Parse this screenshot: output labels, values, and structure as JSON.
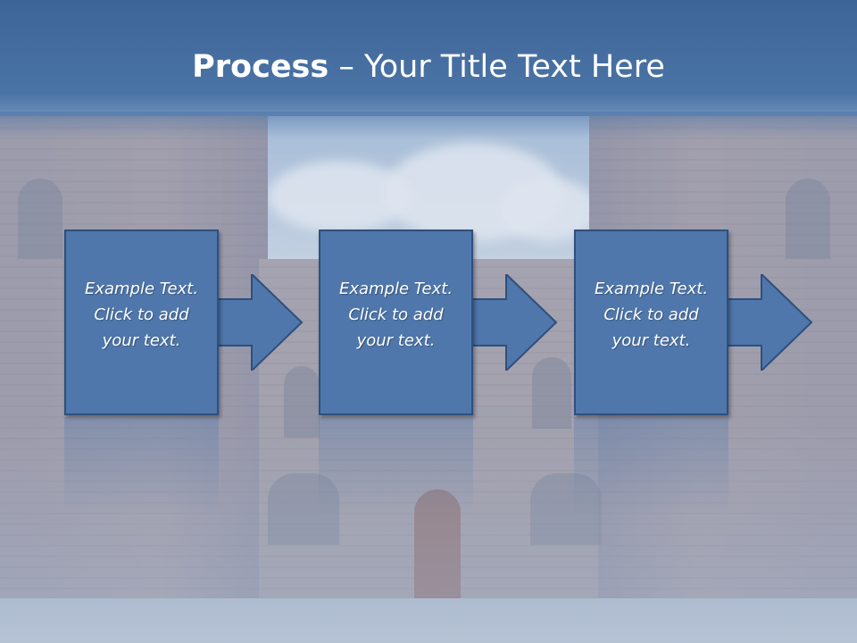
{
  "slide": {
    "title_bold": "Process",
    "title_rest": " – Your Title Text Here"
  },
  "steps": [
    {
      "text": "Example Text.\nClick  to add\nyour text."
    },
    {
      "text": "Example Text.\nClick  to add\nyour text."
    },
    {
      "text": "Example Text.\nClick  to add\nyour text."
    }
  ],
  "colors": {
    "title_band": "#4a73a6",
    "box_fill": "#4f77ab",
    "box_border": "#2f4f7c"
  }
}
